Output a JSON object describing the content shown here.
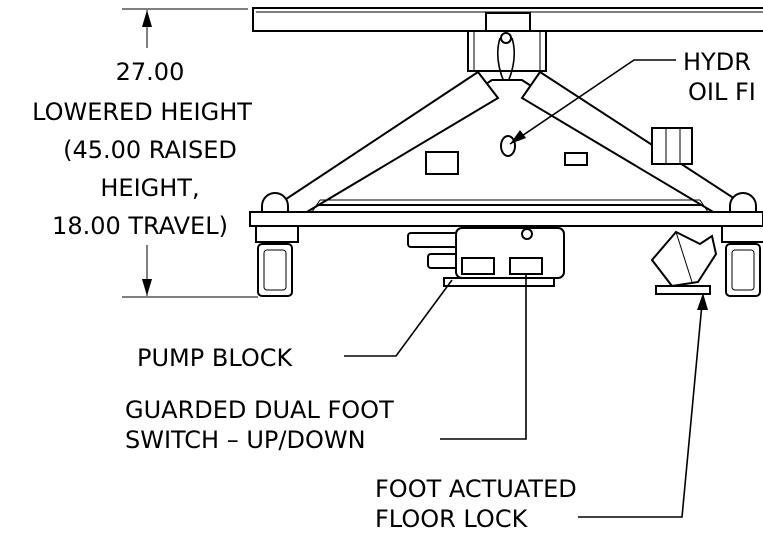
{
  "dimension": {
    "lines": [
      "27.00",
      "LOWERED HEIGHT",
      "(45.00 RAISED",
      "HEIGHT,",
      "18.00 TRAVEL)"
    ]
  },
  "callouts": {
    "hydraulic": [
      "HYDR",
      "OIL FI"
    ],
    "pump_block": "PUMP BLOCK",
    "foot_switch": [
      "GUARDED DUAL FOOT",
      "SWITCH – UP/DOWN"
    ],
    "floor_lock": [
      "FOOT ACTUATED",
      "FLOOR LOCK"
    ]
  },
  "colors": {
    "line": "#000000",
    "background": "#ffffff"
  }
}
